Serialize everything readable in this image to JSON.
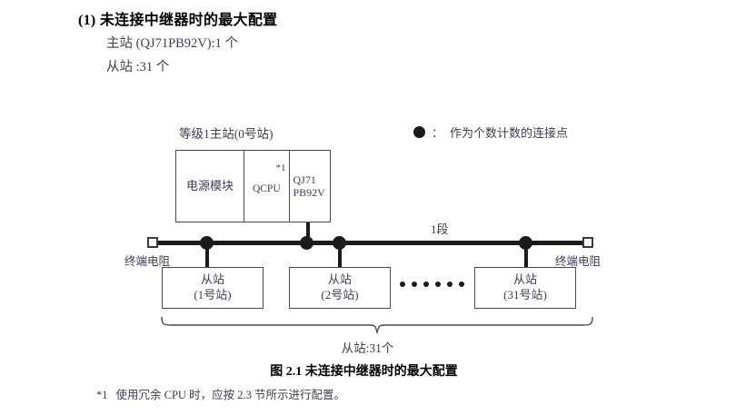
{
  "heading": {
    "number": "(1)",
    "title": "未连接中继器时的最大配置",
    "full_title": "(1) 未连接中继器时的最大配置",
    "specs": [
      "主站 (QJ71PB92V):1 个",
      "从站 :31 个"
    ]
  },
  "legend": {
    "symbol": "filled-circle",
    "separator": "：",
    "text": "作为个数计数的连接点"
  },
  "diagram": {
    "rack_label": "等级1主站(0号站)",
    "segment_label": "1段",
    "terminator_left_label": "终端电阻",
    "terminator_right_label": "终端电阻",
    "modules": [
      {
        "name": "电源模块",
        "note": ""
      },
      {
        "name": "QCPU",
        "note": "*1"
      },
      {
        "name": "QJ71\nPB92V",
        "note": ""
      }
    ],
    "module_power": "电源模块",
    "module_cpu": "QCPU",
    "module_cpu_note": "*1",
    "module_net_line1": "QJ71",
    "module_net_line2": "PB92V",
    "slaves": [
      {
        "title": "从站",
        "station": "(1号站)"
      },
      {
        "title": "从站",
        "station": "(2号站)"
      },
      {
        "title": "从站",
        "station": "(31号站)"
      }
    ],
    "ellipsis_dot_count": 6,
    "connection_dot_count": 4,
    "brace_label": "从站:31个"
  },
  "caption": "图 2.1  未连接中继器时的最大配置",
  "footnote": {
    "mark": "*1",
    "text": "使用冗余 CPU 时，应按 2.3 节所示进行配置。"
  },
  "colors": {
    "text": "#3b4050",
    "heading": "#000000",
    "line": "#1b1b1b",
    "box_border": "#4a4a4a",
    "background": "#ffffff"
  }
}
